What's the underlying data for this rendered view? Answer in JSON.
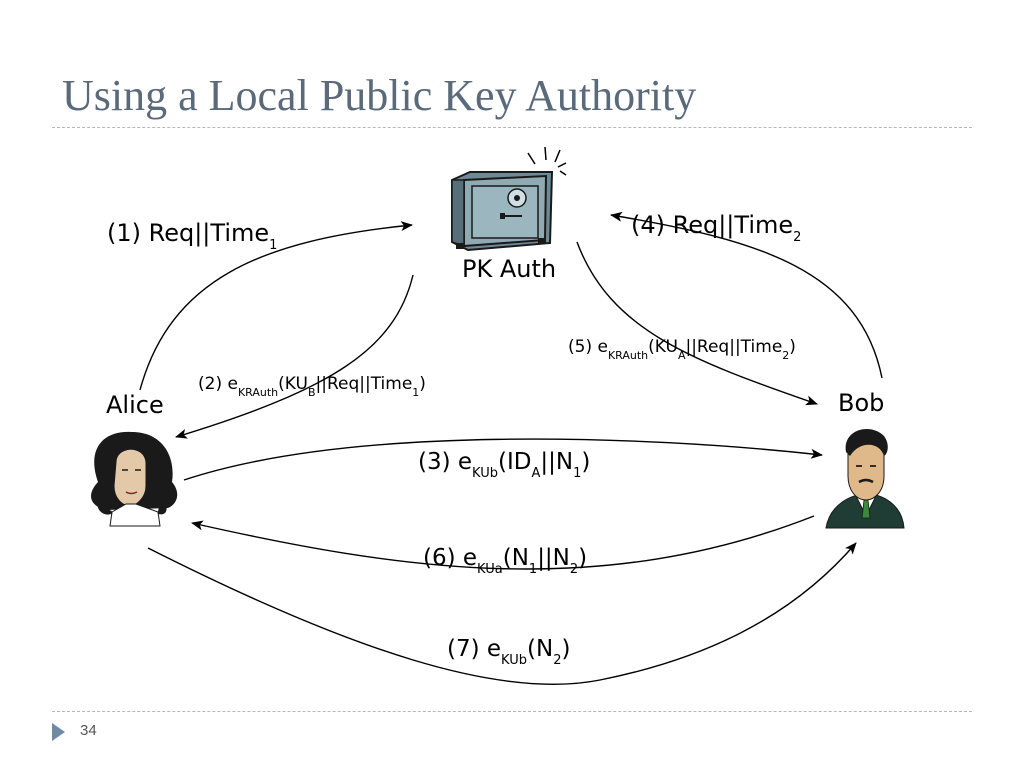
{
  "slide": {
    "title": "Using a Local Public Key Authority",
    "page_number": "34"
  },
  "nodes": {
    "authority": {
      "label": "PK Auth",
      "icon": "safe-icon"
    },
    "alice": {
      "label": "Alice",
      "icon": "alice-portrait-icon"
    },
    "bob": {
      "label": "Bob",
      "icon": "bob-portrait-icon"
    }
  },
  "messages": [
    {
      "id": "1",
      "prefix": "(1) Req||Time",
      "sub": "1"
    },
    {
      "id": "2",
      "prefix": "(2) e",
      "sub1": "KRAuth",
      "mid": "(KU",
      "sub2": "B",
      "mid2": "||Req||Time",
      "sub3": "1",
      "suffix": ")"
    },
    {
      "id": "3",
      "prefix": "(3) e",
      "sub1": "KUb",
      "mid": "(ID",
      "sub2": "A",
      "mid2": "||N",
      "sub3": "1",
      "suffix": ")"
    },
    {
      "id": "4",
      "prefix": "(4) Req||Time",
      "sub": "2"
    },
    {
      "id": "5",
      "prefix": "(5) e",
      "sub1": "KRAuth",
      "mid": "(KU",
      "sub2": "A",
      "mid2": "||Req||Time",
      "sub3": "2",
      "suffix": ")"
    },
    {
      "id": "6",
      "prefix": "(6) e",
      "sub1": "KUa",
      "mid": "(N",
      "sub2": "1",
      "mid2": "||N",
      "sub3": "2",
      "suffix": ")"
    },
    {
      "id": "7",
      "prefix": "(7) e",
      "sub1": "KUb",
      "mid": "(N",
      "sub2": "2",
      "suffix": ")"
    }
  ],
  "colors": {
    "title": "#5a6a7a",
    "safe_body": "#7f9aa4",
    "arrow": "#000000",
    "footer_accent": "#6f8ba5"
  }
}
